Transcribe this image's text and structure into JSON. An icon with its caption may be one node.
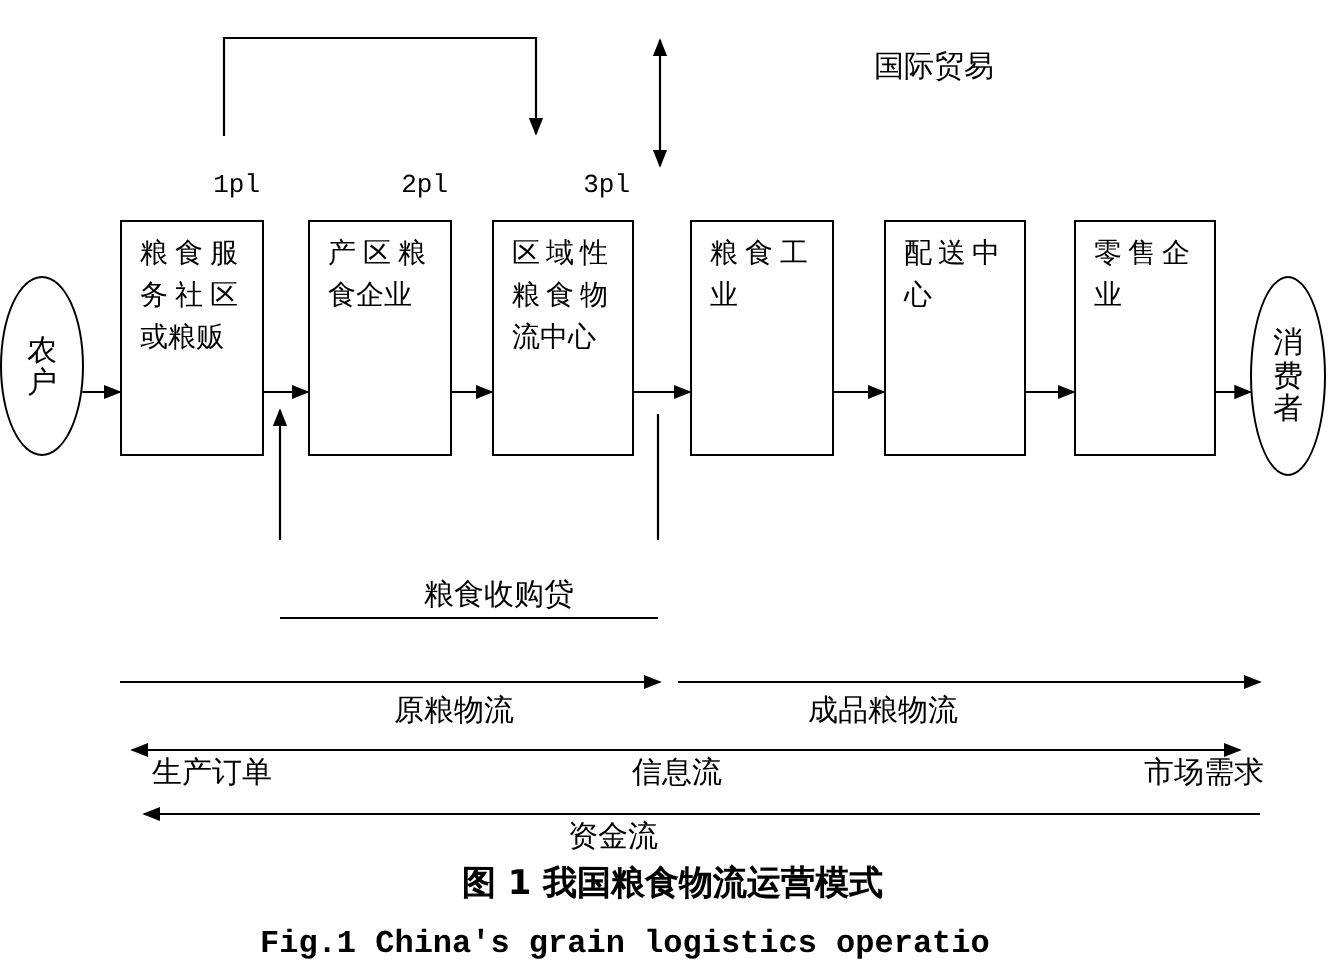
{
  "diagram": {
    "caption": "图 1 我国粮食物流运营模式",
    "nodes": [
      {
        "text": [
          "农户"
        ]
      },
      {
        "text": [
          "粮食服务社区或粮贩"
        ],
        "beside": [
          "1pl"
        ]
      },
      {
        "text": [
          "产区粮食企业"
        ],
        "beside": [
          "2pl"
        ]
      },
      {
        "text": [
          "区域性粮食物流中心"
        ],
        "beside": [
          "3pl"
        ]
      },
      {
        "text": [
          "粮食工业"
        ]
      },
      {
        "text": [
          "配送中心"
        ]
      },
      {
        "text": [
          "零售企业"
        ]
      },
      {
        "text": [
          "消费者"
        ]
      }
    ],
    "edges": [
      {
        "from": 0,
        "to": 1,
        "arrow": "to"
      },
      {
        "from": 1,
        "to": 2,
        "arrow": "to"
      },
      {
        "from": 2,
        "to": 3,
        "arrow": "to"
      },
      {
        "from": 3,
        "to": 4,
        "arrow": "to"
      },
      {
        "from": 4,
        "to": 5,
        "arrow": "to"
      },
      {
        "from": 5,
        "to": 6,
        "arrow": "to"
      },
      {
        "from": 6,
        "to": 7,
        "arrow": "to"
      }
    ],
    "labels": [
      "国际贸易",
      "粮食收购贷",
      "原粮物流",
      "成品粮物流",
      "生产订单",
      "信息流",
      "市场需求",
      "资金流",
      "Fig.1 China's grain logistics operatio"
    ]
  }
}
